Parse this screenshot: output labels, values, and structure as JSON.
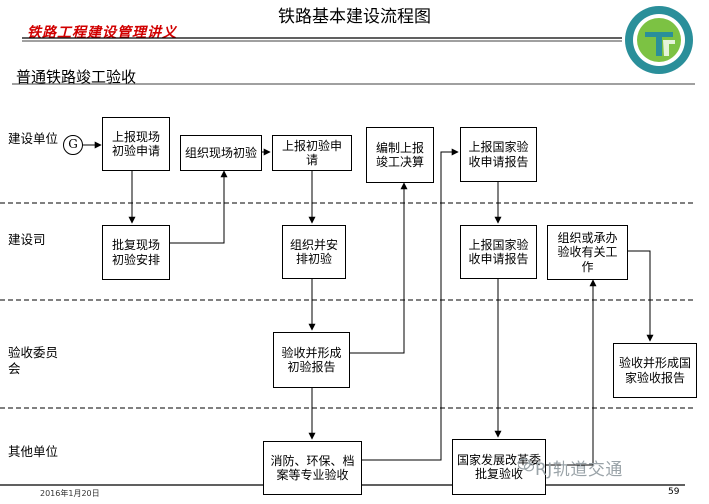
{
  "header": {
    "slide_title": "铁路基本建设流程图",
    "course_title": "铁路工程建设管理讲义"
  },
  "section_title": "普通铁路竣工验收",
  "lanes": {
    "lane1": "建设单位",
    "lane2": "建设司",
    "lane3_line1": "验收委员",
    "lane3_line2": "会",
    "lane4": "其他单位"
  },
  "start_symbol": "G",
  "boxes": {
    "report_site_initial": "上报现场初验申请",
    "organize_site_initial": "组织现场初验",
    "report_initial": "上报初验申请",
    "compile_final_accounts": "编制上报竣工决算",
    "report_national_a": "上报国家验收申请报告",
    "reply_site_initial": "批复现场初验安排",
    "organize_arrange_initial": "组织并安排初验",
    "report_national_b": "上报国家验收申请报告",
    "organize_undertake": "组织或承办验收有关工作",
    "initial_acceptance_report": "验收并形成初验报告",
    "national_acceptance_report": "验收并形成国家验收报告",
    "professional_acceptance": "消防、环保、档案等专业验收",
    "ndrc_approval": "国家发展改革委批复验收"
  },
  "footer": {
    "date": "2016年1月20日",
    "page": "59",
    "watermark": "RJ轨道交通"
  },
  "colors": {
    "course_title": "#d10000",
    "logo_teal": "#2a8f9a",
    "logo_green": "#7cc243",
    "watermark": "#9aa3a8"
  },
  "icons": {
    "logo": "railway-school-logo",
    "watermark": "wechat-icon"
  }
}
